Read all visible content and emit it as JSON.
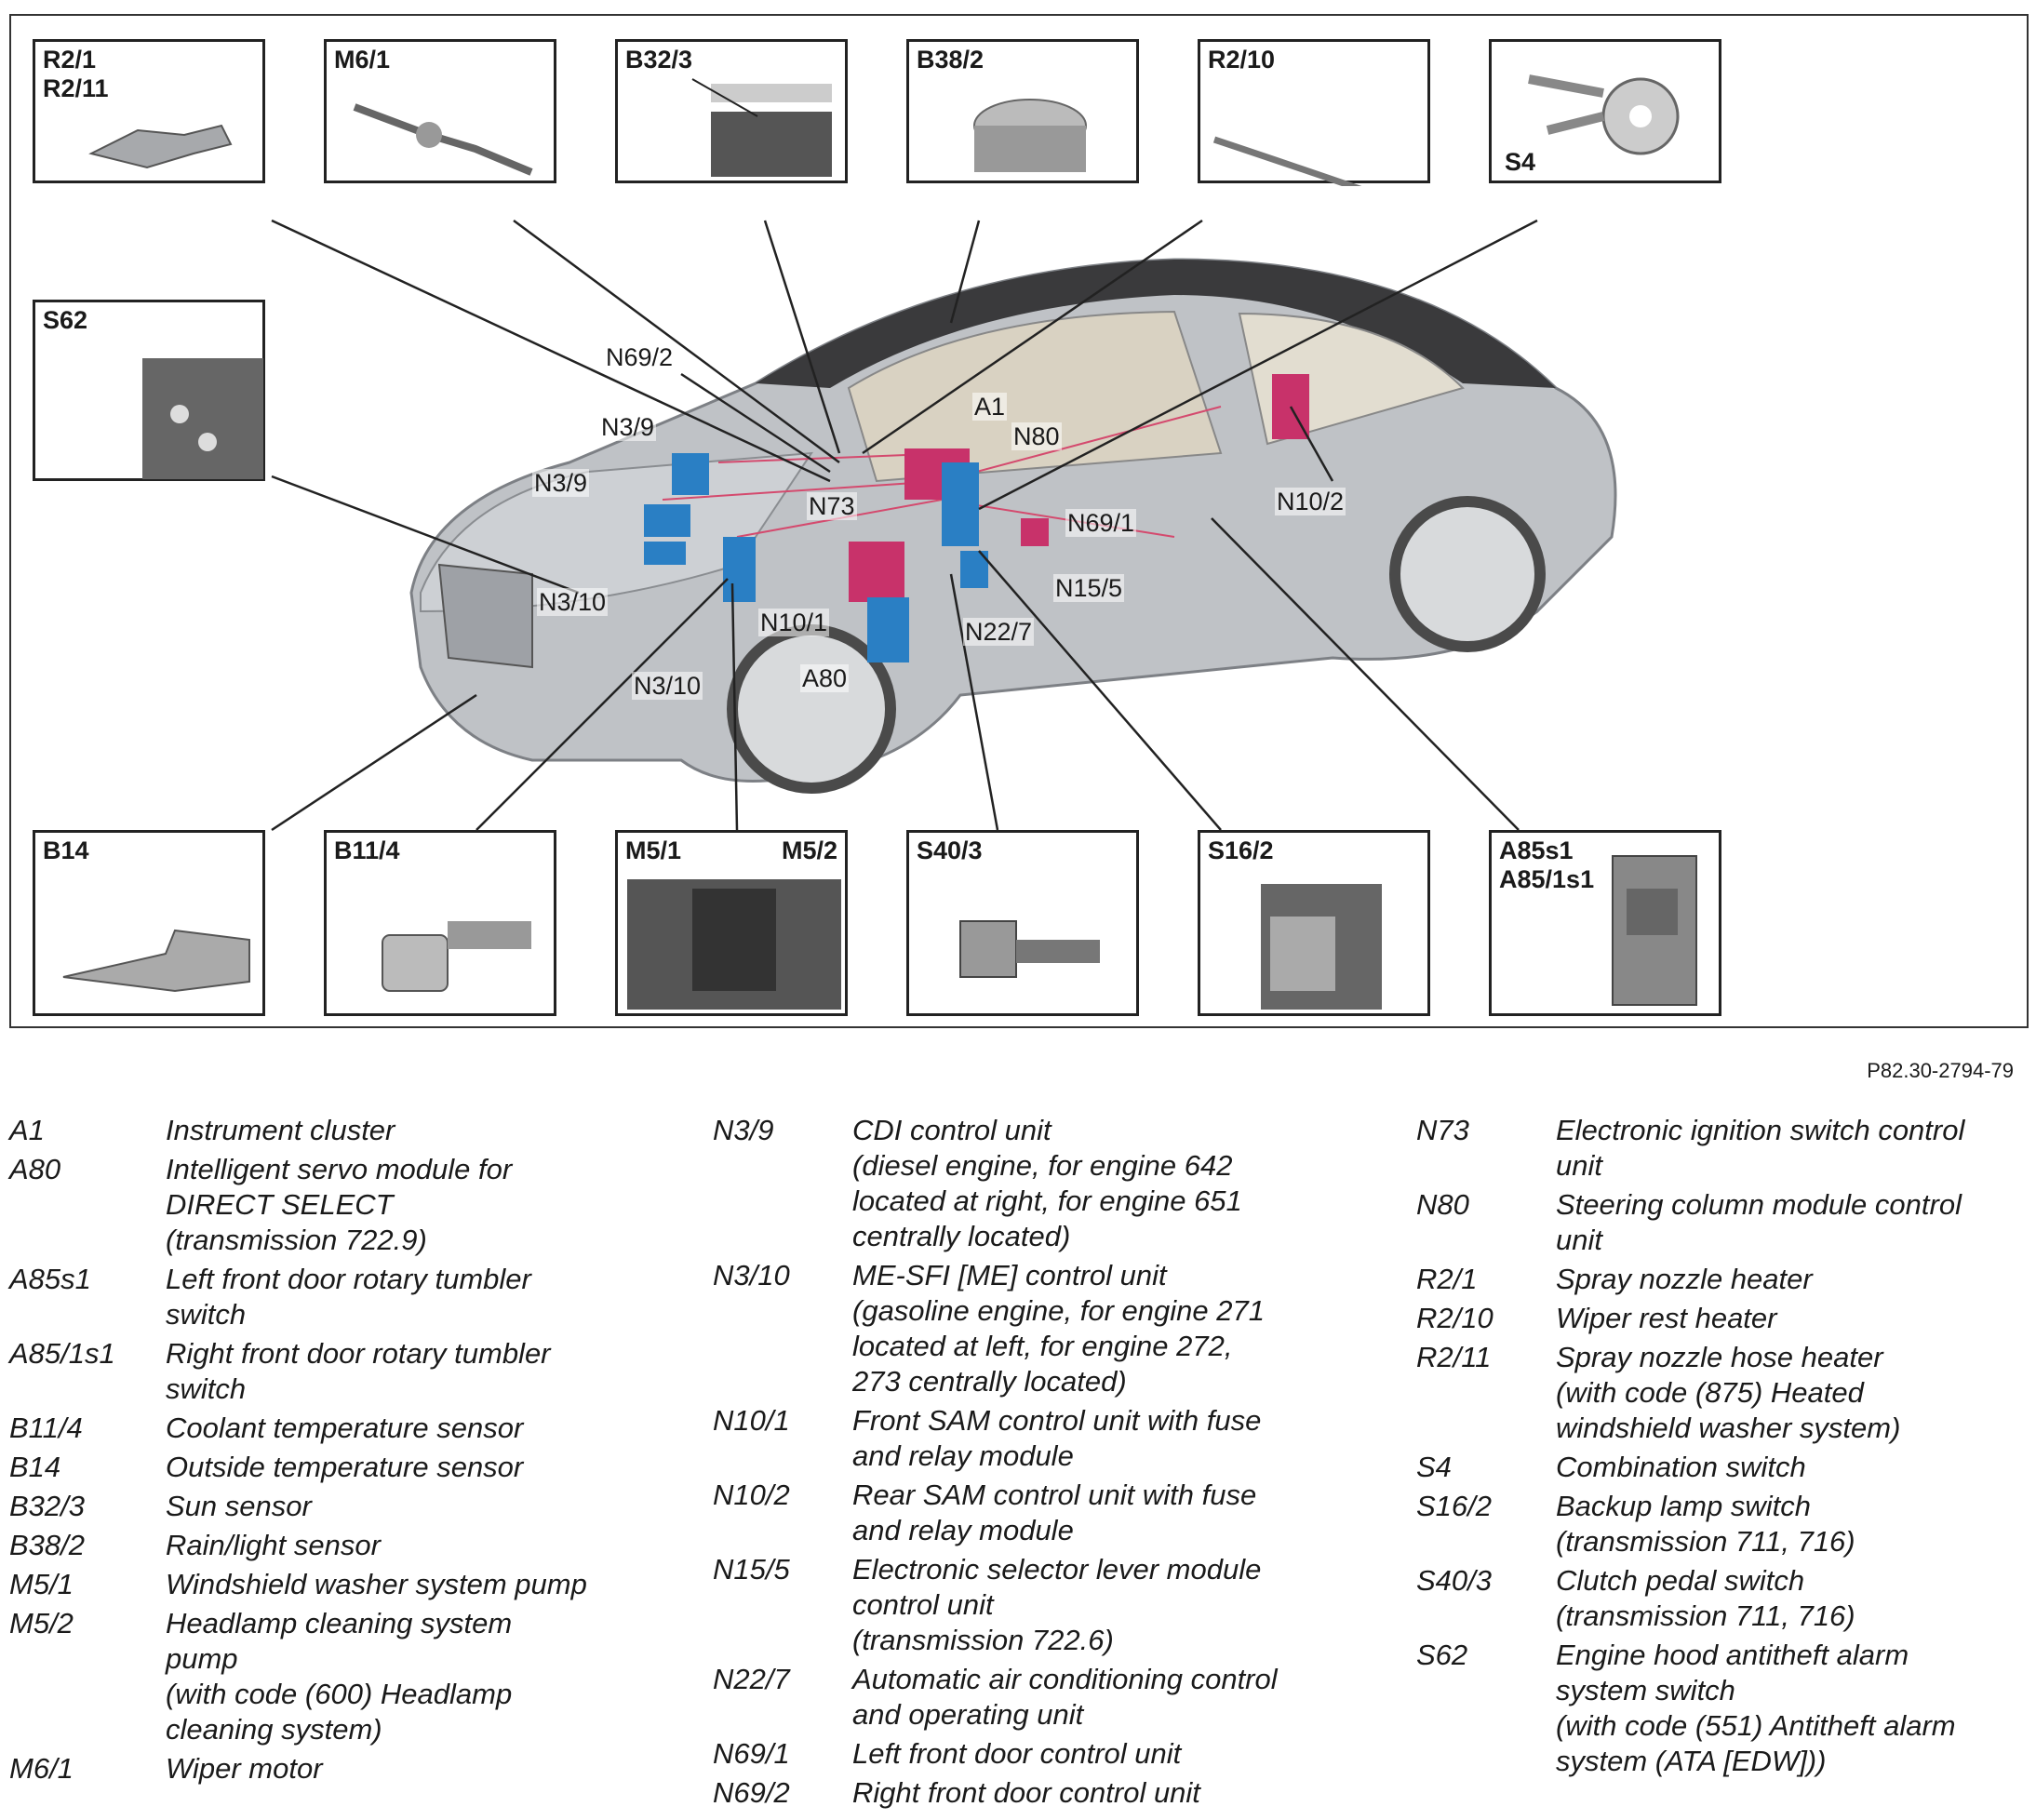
{
  "figure_id": "P82.30-2794-79",
  "colors": {
    "module_blue": "#2a7fc4",
    "module_magenta": "#c8326a",
    "car_body": "#b9bcc0"
  },
  "boxes": {
    "r2_1": {
      "label": "R2/1\nR2/11"
    },
    "m6_1": {
      "label": "M6/1"
    },
    "b32_3": {
      "label": "B32/3"
    },
    "b38_2": {
      "label": "B38/2"
    },
    "r2_10": {
      "label": "R2/10"
    },
    "s4_box": {
      "label": "S4"
    },
    "s62": {
      "label": "S62"
    },
    "b14": {
      "label": "B14"
    },
    "b11_4": {
      "label": "B11/4"
    },
    "m5": {
      "label_left": "M5/1",
      "label_right": "M5/2"
    },
    "s40_3": {
      "label": "S40/3"
    },
    "s16_2": {
      "label": "S16/2"
    },
    "a85": {
      "label": "A85s1\nA85/1s1"
    }
  },
  "callouts": {
    "n69_2": "N69/2",
    "n3_9_a": "N3/9",
    "n3_9_b": "N3/9",
    "a1": "A1",
    "n80": "N80",
    "n73": "N73",
    "n69_1": "N69/1",
    "n10_2": "N10/2",
    "n15_5": "N15/5",
    "n3_10_a": "N3/10",
    "n10_1": "N10/1",
    "n22_7": "N22/7",
    "a80": "A80",
    "n3_10_b": "N3/10"
  },
  "legend": {
    "col1": [
      {
        "code": "A1",
        "desc": "Instrument cluster"
      },
      {
        "code": "A80",
        "desc": "Intelligent servo module for\nDIRECT SELECT\n(transmission 722.9)"
      },
      {
        "code": "A85s1",
        "desc": "Left front door rotary tumbler\nswitch"
      },
      {
        "code": "A85/1s1",
        "desc": "Right front door rotary tumbler\nswitch"
      },
      {
        "code": "B11/4",
        "desc": "Coolant temperature sensor"
      },
      {
        "code": "B14",
        "desc": "Outside temperature sensor"
      },
      {
        "code": "B32/3",
        "desc": "Sun sensor"
      },
      {
        "code": "B38/2",
        "desc": "Rain/light sensor"
      },
      {
        "code": "M5/1",
        "desc": "Windshield washer system pump"
      },
      {
        "code": "M5/2",
        "desc": "Headlamp cleaning system\npump\n(with code (600) Headlamp\ncleaning system)"
      },
      {
        "code": "M6/1",
        "desc": "Wiper motor"
      }
    ],
    "col2": [
      {
        "code": "N3/9",
        "desc": "CDI control unit\n(diesel engine, for engine 642\nlocated at right, for engine 651\ncentrally located)"
      },
      {
        "code": "N3/10",
        "desc": "ME-SFI [ME] control unit\n(gasoline engine, for engine 271\nlocated at left, for engine 272,\n273 centrally located)"
      },
      {
        "code": "N10/1",
        "desc": "Front SAM control unit with fuse\nand relay module"
      },
      {
        "code": "N10/2",
        "desc": "Rear SAM control unit with fuse\nand relay module"
      },
      {
        "code": "N15/5",
        "desc": "Electronic selector lever module\ncontrol unit\n(transmission 722.6)"
      },
      {
        "code": "N22/7",
        "desc": "Automatic air conditioning control\nand operating unit"
      },
      {
        "code": "N69/1",
        "desc": "Left front door control unit"
      },
      {
        "code": "N69/2",
        "desc": "Right front door control unit"
      }
    ],
    "col3": [
      {
        "code": "N73",
        "desc": "Electronic ignition switch control\nunit"
      },
      {
        "code": "N80",
        "desc": "Steering column module control\nunit"
      },
      {
        "code": "R2/1",
        "desc": "Spray nozzle heater"
      },
      {
        "code": "R2/10",
        "desc": "Wiper rest heater"
      },
      {
        "code": "R2/11",
        "desc": "Spray nozzle hose heater\n(with code (875) Heated\nwindshield washer system)"
      },
      {
        "code": "S4",
        "desc": "Combination switch"
      },
      {
        "code": "S16/2",
        "desc": "Backup lamp switch\n(transmission 711, 716)"
      },
      {
        "code": "S40/3",
        "desc": "Clutch pedal switch\n(transmission 711, 716)"
      },
      {
        "code": "S62",
        "desc": "Engine hood antitheft alarm\nsystem switch\n(with code (551) Antitheft alarm\nsystem (ATA [EDW]))"
      }
    ]
  }
}
